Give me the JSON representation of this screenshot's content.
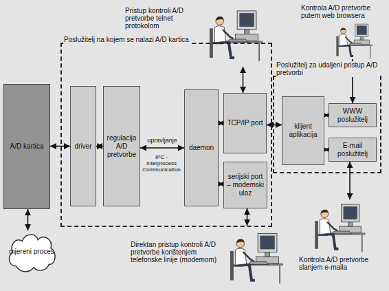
{
  "diagram": {
    "nodes": [
      {
        "text": [
          "Pristup kontroli A/D pretvorbe telnet protokolom"
        ]
      },
      {
        "text": [
          "Kontrola A/D pretvorbe putem web browsera"
        ]
      },
      {
        "text": [
          "Poslužitelj na kojem se nalazi A/D kartica"
        ]
      },
      {
        "text": [
          "Poslužitelj za udaljeni pristup A/D pretvorbi"
        ]
      },
      {
        "text": [
          "A/D kartica"
        ]
      },
      {
        "text": [
          "driver"
        ],
        "in": 2
      },
      {
        "text": [
          "regulacija A/D pretvorbe"
        ],
        "in": 2
      },
      {
        "text": [
          "daemon"
        ],
        "in": 2
      },
      {
        "text": [
          "TCP/IP port"
        ],
        "in": 2
      },
      {
        "text": [
          "serijski port – modemski ulaz"
        ],
        "in": 2
      },
      {
        "text": [
          "klijent aplikacija"
        ],
        "in": 3
      },
      {
        "text": [
          "WWW poslužitelj"
        ],
        "in": 3
      },
      {
        "text": [
          "E-mail poslužitelj"
        ],
        "in": 3
      },
      {
        "text": [
          "mjereni proces"
        ]
      },
      {
        "text": [
          "Direktan pristup kontroli A/D pretvorbe korištenjem telefonske linije (modemom)"
        ]
      },
      {
        "text": [
          "Kontrola A/D pretvorbe slanjem e-maila"
        ]
      }
    ],
    "edges": [
      {
        "from": 4,
        "to": 5,
        "arrow": "both"
      },
      {
        "from": 5,
        "to": 6,
        "arrow": "both"
      },
      {
        "from": 6,
        "to": 7,
        "label": "upravljanje",
        "arrow": "both"
      },
      {
        "from": 7,
        "to": 8,
        "arrow": "both"
      },
      {
        "from": 7,
        "to": 9,
        "arrow": "both"
      },
      {
        "from": 8,
        "to": 10,
        "arrow": "both"
      },
      {
        "from": 10,
        "to": 11,
        "arrow": "both"
      },
      {
        "from": 10,
        "to": 12,
        "arrow": "both"
      },
      {
        "from": 4,
        "to": 13,
        "arrow": "both"
      },
      {
        "from": 8,
        "to": 0,
        "arrow": "both"
      },
      {
        "from": 9,
        "to": 14,
        "arrow": "both"
      },
      {
        "from": 11,
        "to": 1,
        "arrow": "both"
      },
      {
        "from": 12,
        "to": 15,
        "arrow": "both"
      }
    ],
    "labels": [
      "IPC - Interprocess Communication"
    ]
  }
}
